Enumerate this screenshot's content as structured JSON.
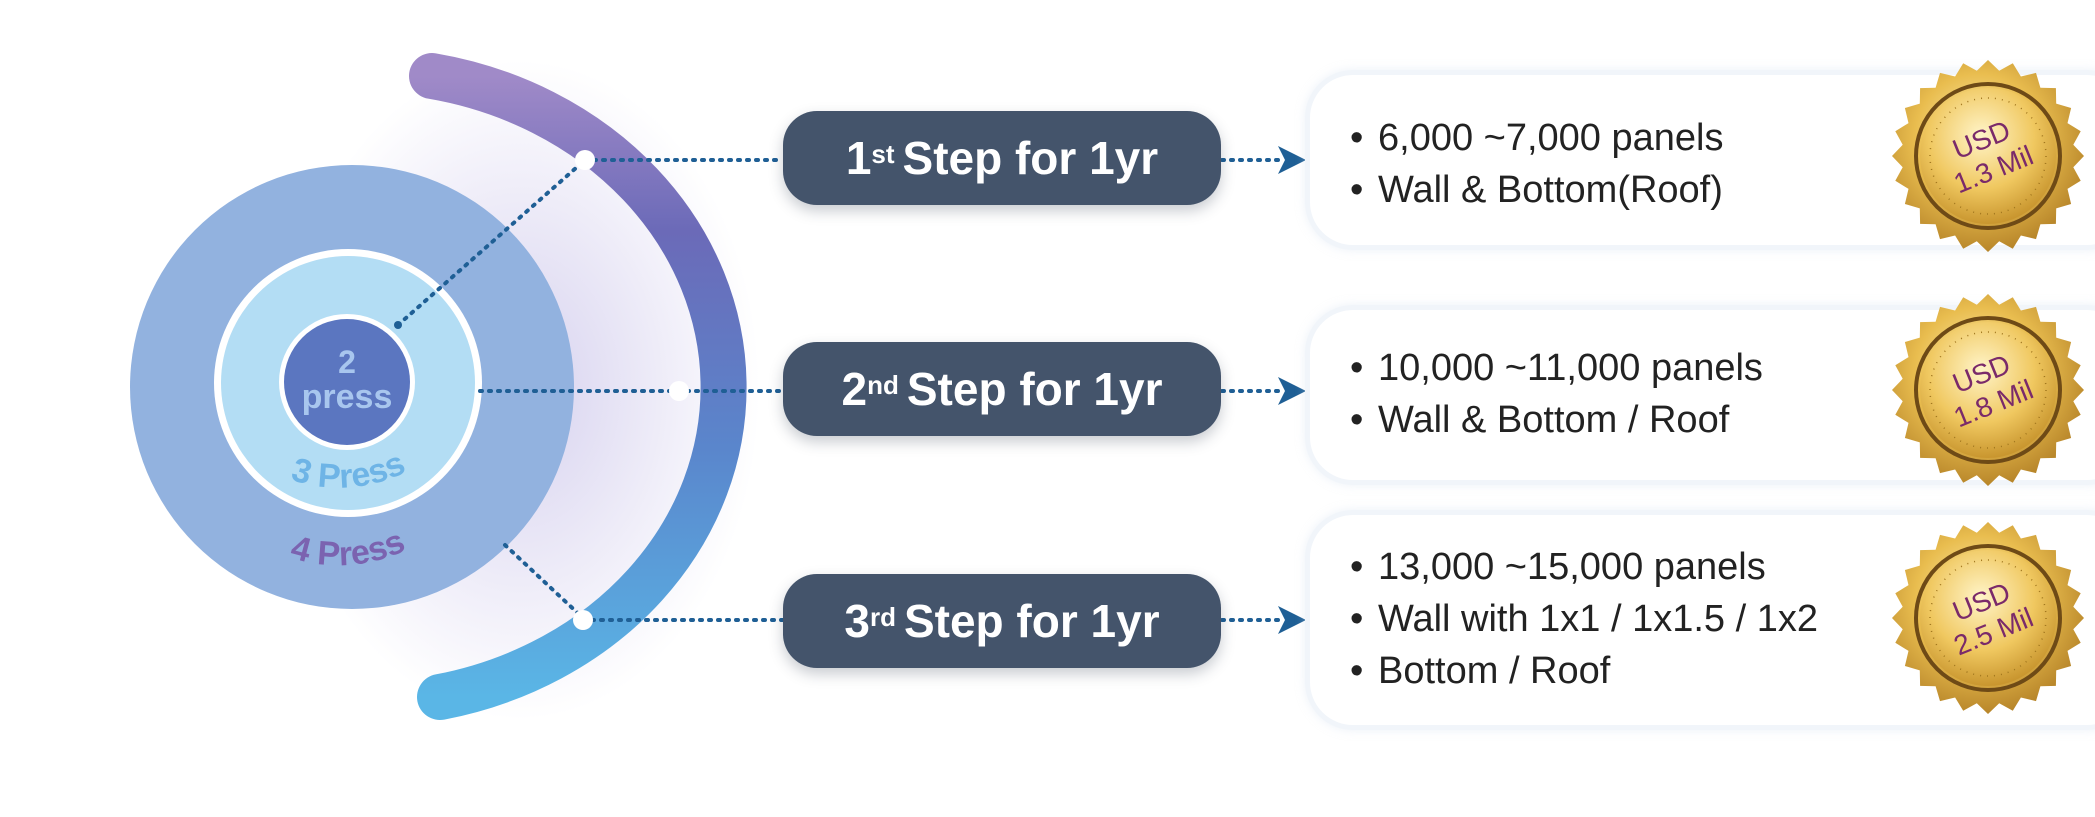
{
  "rings": {
    "inner_label_line1": "2",
    "inner_label_line2": "press",
    "middle_label": "3 Press",
    "outer_label": "4 Press"
  },
  "steps": [
    {
      "number": "1",
      "ordinal": "st",
      "label": "Step for 1yr",
      "details": [
        "6,000 ~7,000 panels",
        "Wall & Bottom(Roof)"
      ],
      "badge_currency": "USD",
      "badge_amount": "1.3 Mil"
    },
    {
      "number": "2",
      "ordinal": "nd",
      "label": "Step for 1yr",
      "details": [
        "10,000 ~11,000 panels",
        "Wall & Bottom / Roof"
      ],
      "badge_currency": "USD",
      "badge_amount": "1.8 Mil"
    },
    {
      "number": "3",
      "ordinal": "rd",
      "label": "Step for 1yr",
      "details": [
        "13,000 ~15,000 panels",
        "Wall with 1x1 / 1x1.5 / 1x2",
        "Bottom / Roof"
      ],
      "badge_currency": "USD",
      "badge_amount": "2.5 Mil"
    }
  ],
  "bullet_char": "•",
  "colors": {
    "pill": "#44546b",
    "connector": "#1f5f95",
    "outer_ring": "#92b2df",
    "middle_ring": "#b3ddf4",
    "inner_ring": "#5b76c0",
    "arc_start": "#8f7bc0",
    "arc_end": "#5ab1e2",
    "gold": "#e9bd4f"
  },
  "icons": {
    "arrow": "arrow-right-icon",
    "badge": "gold-seal-icon"
  }
}
